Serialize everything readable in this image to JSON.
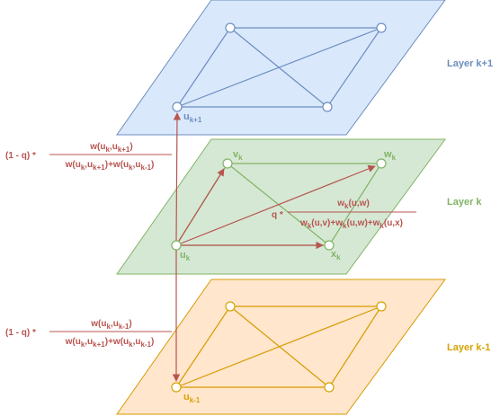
{
  "colors": {
    "top_fill": "#dae8fc",
    "top_stroke": "#6c8ebf",
    "mid_fill": "#d5e8d4",
    "mid_stroke": "#82b366",
    "bot_fill": "#ffe6cc",
    "bot_stroke": "#d79b00",
    "edge_red": "#b85450",
    "node_top": "#6c8ebf",
    "node_mid": "#82b366",
    "node_bot": "#d6a300",
    "top_label": "#6c8ebf",
    "mid_label": "#82b366",
    "bot_label": "#d6a300"
  },
  "layers": {
    "top": {
      "label": "Layer k+1"
    },
    "middle": {
      "label": "Layer k"
    },
    "bottom": {
      "label": "Layer k-1"
    }
  },
  "nodes": {
    "u_top": {
      "base": "u",
      "sub": "k+1"
    },
    "u_mid": {
      "base": "u",
      "sub": "k"
    },
    "u_bot": {
      "base": "u",
      "sub": "k-1"
    },
    "v": {
      "base": "v",
      "sub": "k"
    },
    "w": {
      "base": "w",
      "sub": "k"
    },
    "x": {
      "base": "x",
      "sub": "k"
    }
  },
  "formulas": {
    "up": {
      "prefix": "(1 - q) *",
      "num": [
        [
          "w(u",
          ""
        ],
        [
          "k",
          "s"
        ],
        [
          ",u",
          ""
        ],
        [
          "k+1",
          "s"
        ],
        [
          ")",
          ""
        ]
      ],
      "den": [
        [
          "w(u",
          ""
        ],
        [
          "k",
          "s"
        ],
        [
          ",u",
          ""
        ],
        [
          "k+1",
          "s"
        ],
        [
          ")+w(u",
          ""
        ],
        [
          "k",
          "s"
        ],
        [
          ",u",
          ""
        ],
        [
          "k-1",
          "s"
        ],
        [
          ")",
          ""
        ]
      ]
    },
    "down": {
      "prefix": "(1 - q) *",
      "num": [
        [
          "w(u",
          ""
        ],
        [
          "k",
          "s"
        ],
        [
          ",u",
          ""
        ],
        [
          "k-1",
          "s"
        ],
        [
          ")",
          ""
        ]
      ],
      "den": [
        [
          "w(u",
          ""
        ],
        [
          "k",
          "s"
        ],
        [
          ",u",
          ""
        ],
        [
          "k+1",
          "s"
        ],
        [
          ")+w(u",
          ""
        ],
        [
          "k",
          "s"
        ],
        [
          ",u",
          ""
        ],
        [
          "k-1",
          "s"
        ],
        [
          ")",
          ""
        ]
      ]
    },
    "same": {
      "prefix": "q *",
      "num": [
        [
          "w",
          ""
        ],
        [
          "k",
          "s"
        ],
        [
          "(u,w)",
          ""
        ]
      ],
      "den": [
        [
          "w",
          ""
        ],
        [
          "k",
          "s"
        ],
        [
          "(u,v)+w",
          ""
        ],
        [
          "k",
          "s"
        ],
        [
          "(u,w)+w",
          ""
        ],
        [
          "k",
          "s"
        ],
        [
          "(u,x)",
          ""
        ]
      ]
    }
  }
}
